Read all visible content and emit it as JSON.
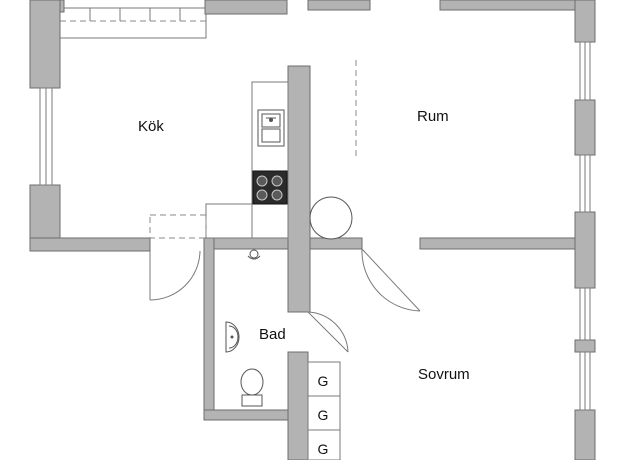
{
  "rooms": {
    "kitchen": "Kök",
    "living": "Rum",
    "bath": "Bad",
    "bedroom": "Sovrum"
  },
  "wardrobes": [
    "G",
    "G",
    "G"
  ]
}
